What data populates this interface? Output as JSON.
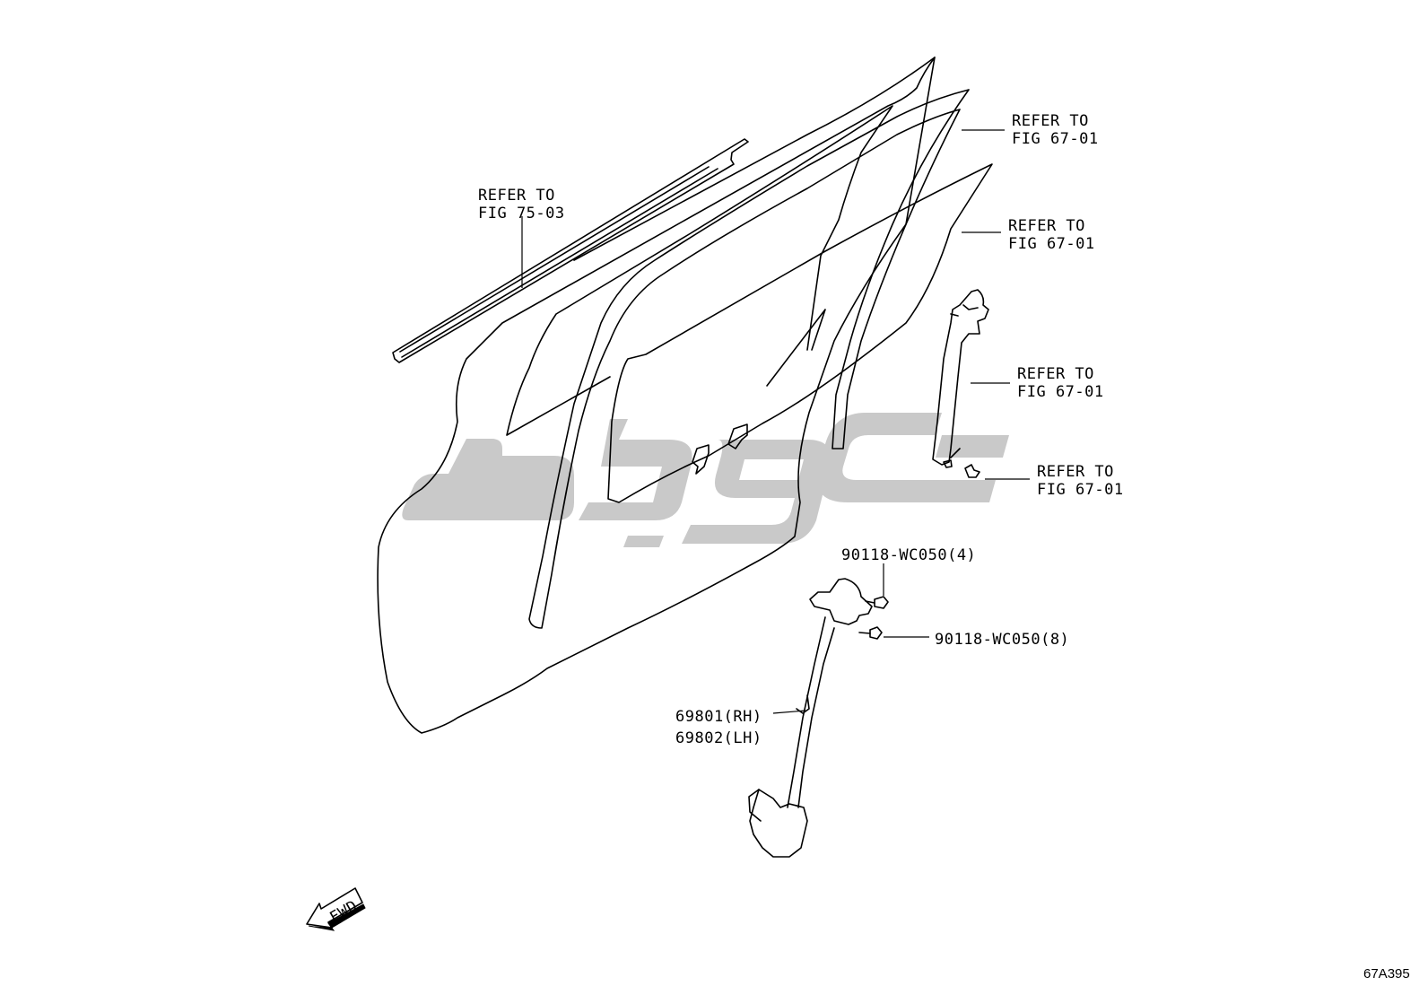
{
  "diagram_code": "67A395",
  "fwd_label": "FWD",
  "references": [
    {
      "line1": "REFER TO",
      "line2": "FIG 75-03"
    },
    {
      "line1": "REFER TO",
      "line2": "FIG 67-01"
    },
    {
      "line1": "REFER TO",
      "line2": "FIG 67-01"
    },
    {
      "line1": "REFER TO",
      "line2": "FIG 67-01"
    },
    {
      "line1": "REFER TO",
      "line2": "FIG 67-01"
    }
  ],
  "bolts": [
    {
      "label": "90118-WC050(4)"
    },
    {
      "label": "90118-WC050(8)"
    }
  ],
  "regulator": {
    "line1": "69801(RH)",
    "line2": "69802(LH)"
  },
  "colors": {
    "line": "#000000",
    "watermark": "#c9c9c9",
    "background": "#ffffff"
  }
}
